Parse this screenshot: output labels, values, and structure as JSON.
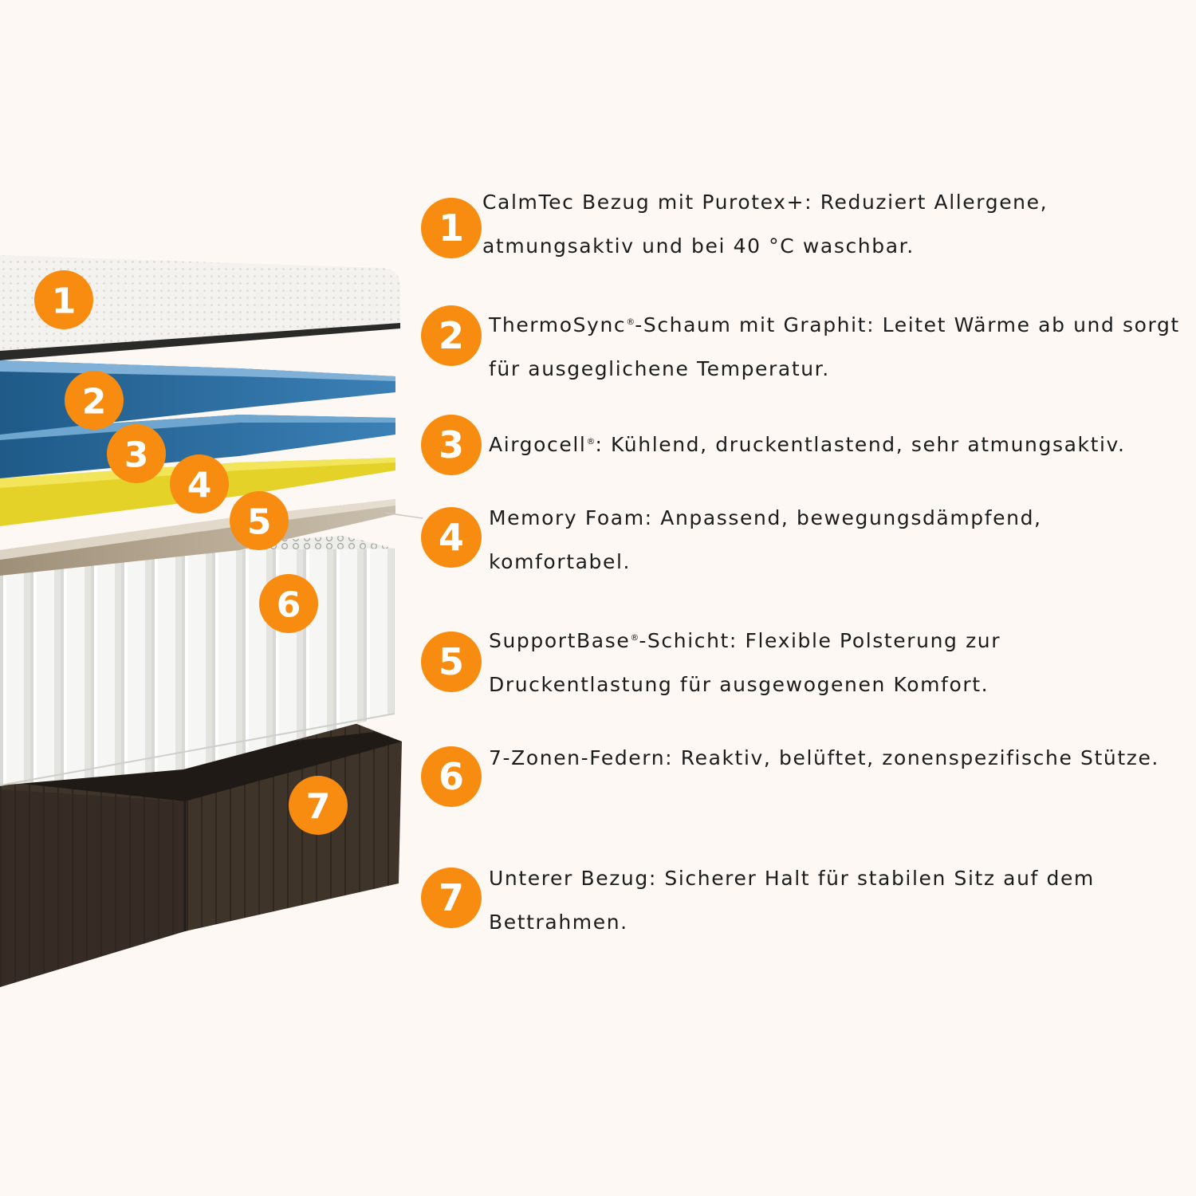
{
  "colors": {
    "background": "#fdf8f3",
    "badge": "#f88c10",
    "text": "#1c1c1c",
    "layer_cover": "#f2f1ed",
    "layer_thermo": "#2f6f9e",
    "layer_airgo": "#2c6a99",
    "layer_memory": "#e5d229",
    "layer_support": "#b9ab96",
    "layer_springs": "#f4f4f2",
    "layer_bottom": "#3f342a"
  },
  "layers": [
    {
      "number": "1",
      "name": "cover"
    },
    {
      "number": "2",
      "name": "thermosync"
    },
    {
      "number": "3",
      "name": "airgocell"
    },
    {
      "number": "4",
      "name": "memory-foam"
    },
    {
      "number": "5",
      "name": "supportbase"
    },
    {
      "number": "6",
      "name": "springs"
    },
    {
      "number": "7",
      "name": "bottom-cover"
    }
  ],
  "legend": [
    {
      "number": "1",
      "text": "CalmTec Bezug mit Purotex+: Reduziert Allergene, atmungsaktiv und bei 40 °C waschbar."
    },
    {
      "number": "2",
      "text": "ThermoSync®-Schaum mit Graphit:  Leitet Wärme ab und sorgt für ausgeglichene Temperatur."
    },
    {
      "number": "3",
      "text": "Airgocell®: Kühlend, druckentlastend, sehr atmungsaktiv."
    },
    {
      "number": "4",
      "text": "Memory Foam: Anpassend, bewegungsdämpfend, komfortabel."
    },
    {
      "number": "5",
      "text": "SupportBase®-Schicht: Flexible Polsterung zur Druckentlastung für ausgewogenen Komfort."
    },
    {
      "number": "6",
      "text": "7-Zonen-Federn: Reaktiv, belüftet, zonenspezifische Stütze."
    },
    {
      "number": "7",
      "text": "Unterer Bezug: Sicherer Halt für stabilen Sitz auf dem Bettrahmen."
    }
  ]
}
